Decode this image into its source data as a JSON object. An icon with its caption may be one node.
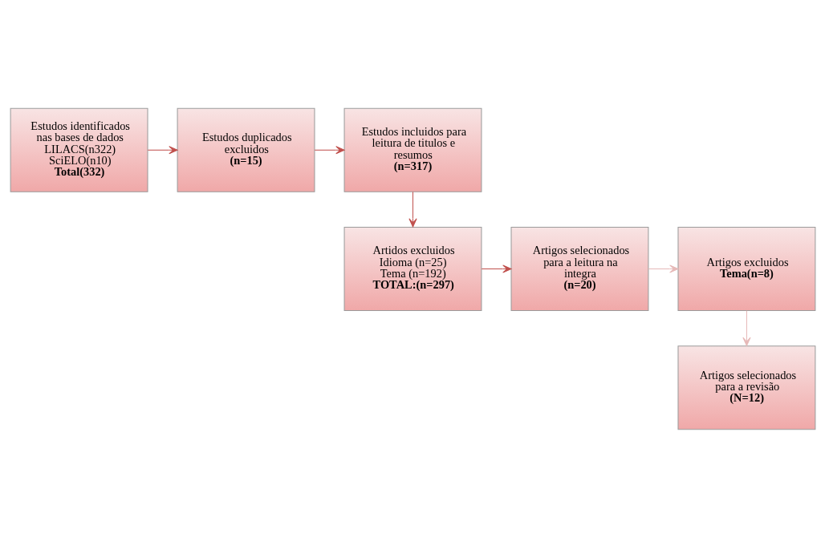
{
  "diagram": {
    "nodes": [
      {
        "text": [
          "Estudos identificados nas bases de dados",
          "LILACS(n322)",
          "SciELO(n10)",
          "Total(332)"
        ]
      },
      {
        "text": [
          "Estudos duplicados excluidos",
          "(n=15)"
        ]
      },
      {
        "text": [
          "Estudos incluidos para leitura de titulos e resumos",
          "(n=317)"
        ]
      },
      {
        "text": [
          "Artidos excluidos",
          "Idioma (n=25)",
          "Tema (n=192)",
          "TOTAL:(n=297)"
        ]
      },
      {
        "text": [
          "Artigos selecionados para a leitura na integra",
          "(n=20)"
        ]
      },
      {
        "text": [
          "Artigos excluidos",
          "Tema(n=8)"
        ]
      },
      {
        "text": [
          "Artigos selecionados para a revisão",
          "(N=12)"
        ]
      }
    ],
    "edges": [
      {
        "from": 0,
        "to": 1,
        "arrow": "to"
      },
      {
        "from": 1,
        "to": 2,
        "arrow": "to"
      },
      {
        "from": 2,
        "to": 3,
        "arrow": "to"
      },
      {
        "from": 3,
        "to": 4,
        "arrow": "to"
      },
      {
        "from": 4,
        "to": 5,
        "arrow": "to",
        "color": "#e6b9b8"
      },
      {
        "from": 5,
        "to": 6,
        "arrow": "to",
        "color": "#e6b9b8"
      }
    ]
  }
}
